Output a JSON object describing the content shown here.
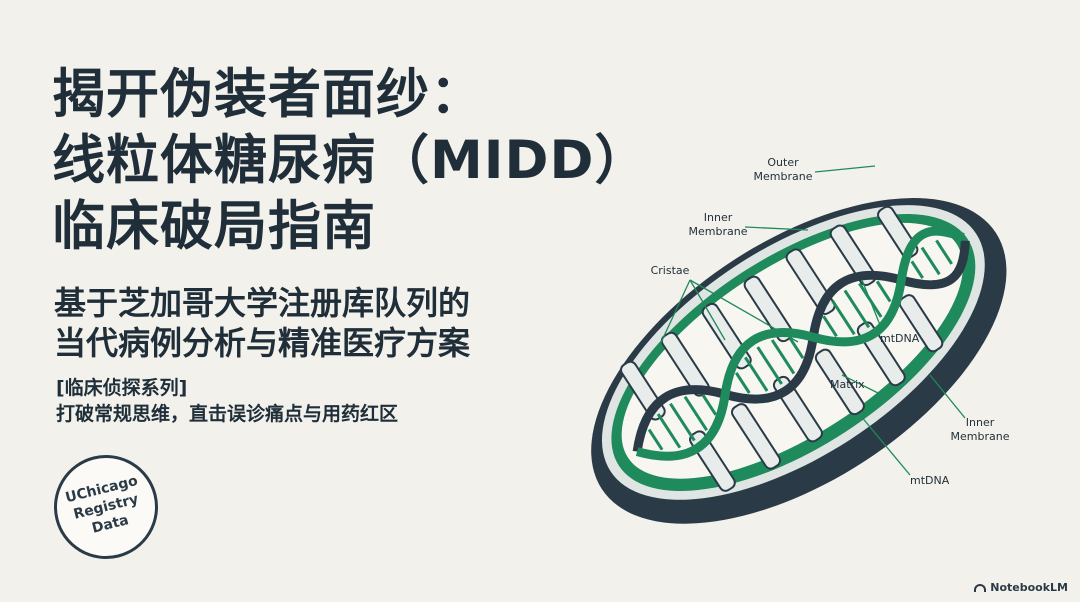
{
  "title": {
    "lines": [
      "揭开伪装者面纱：",
      "线粒体糖尿病（MIDD）",
      "临床破局指南"
    ]
  },
  "subtitle": {
    "lines": [
      "基于芝加哥大学注册库队列的",
      "当代病例分析与精准医疗方案"
    ]
  },
  "series": {
    "tag": "[临床侦探系列]",
    "tagline": "打破常规思维，直击误诊痛点与用药红区"
  },
  "badge": {
    "lines": [
      "UChicago",
      "Registry",
      "Data"
    ]
  },
  "diagram": {
    "labels": {
      "outer_membrane_1": "Outer",
      "outer_membrane_2": "Membrane",
      "inner_membrane_top_1": "Inner",
      "inner_membrane_top_2": "Membrane",
      "cristae": "Cristae",
      "mtdna_inner": "mtDNA",
      "matrix": "Matrix",
      "inner_membrane_right_1": "Inner",
      "inner_membrane_right_2": "Membrane",
      "mtdna_bottom": "mtDNA"
    },
    "colors": {
      "outline": "#2a3b47",
      "green": "#1f8a5b",
      "interior": "#f7f6f1"
    }
  },
  "brand": {
    "icon": "notebooklm-icon",
    "name": "NotebookLM"
  }
}
